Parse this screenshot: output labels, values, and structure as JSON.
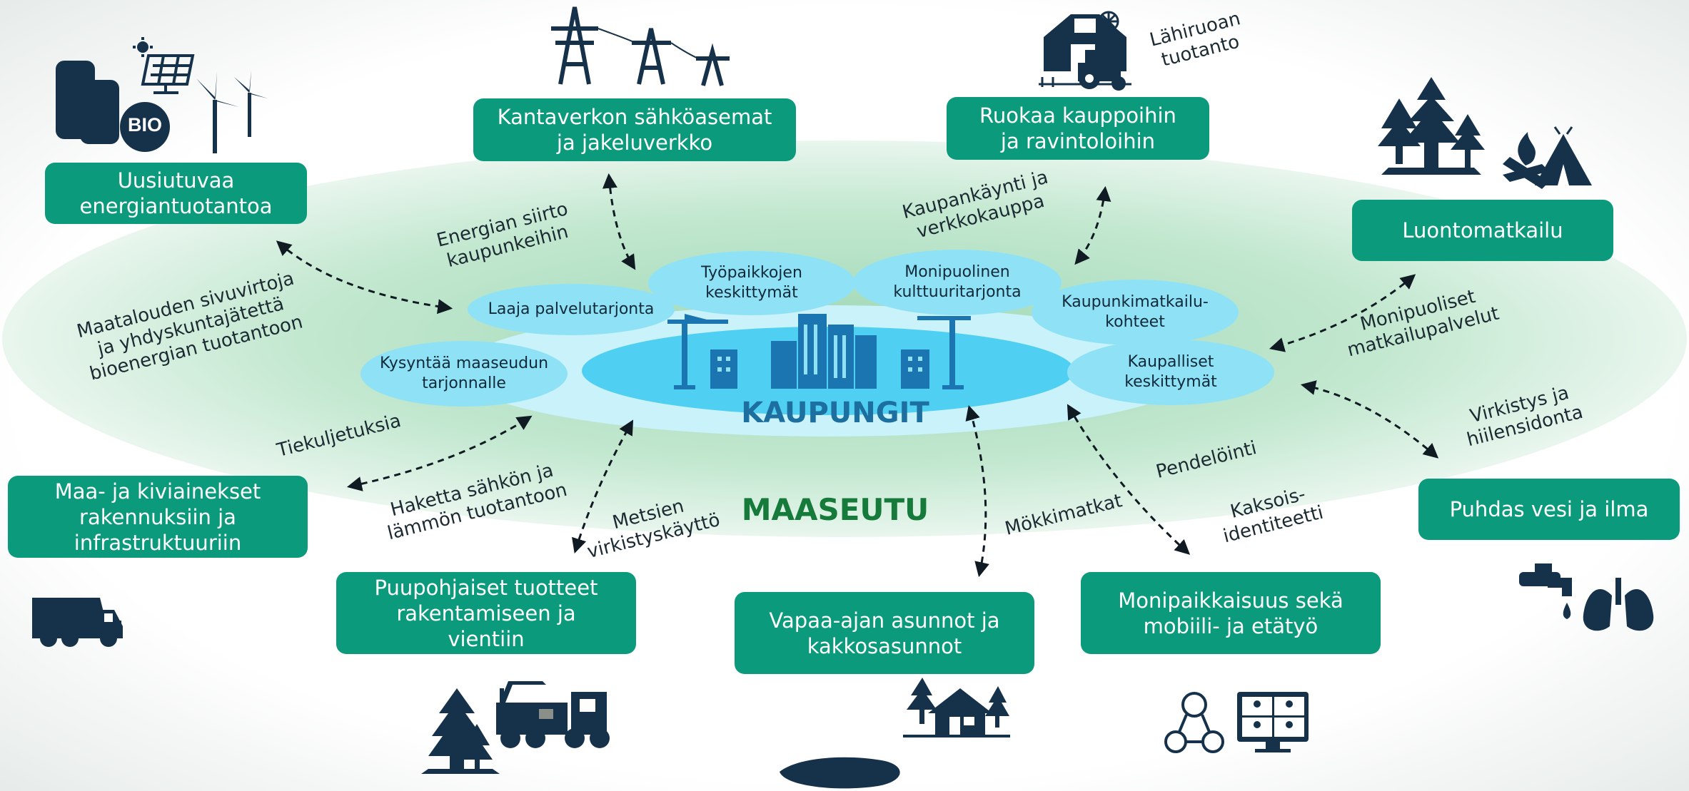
{
  "colors": {
    "box_fill": "#0c9a7c",
    "outer_ellipse": "#b7e2c7",
    "city_glow": "#c9f2fb",
    "city_core": "#4fd0f2",
    "service_ellipse": "#8fe2f5",
    "icon_navy": "#16324a",
    "kaupungit_text": "#1d6fa0",
    "maaseutu_text": "#167a3a"
  },
  "regions": {
    "kaupungit": "KAUPUNGIT",
    "maaseutu": "MAASEUTU"
  },
  "boxes": {
    "renewable_energy": "Uusiutuvaa\nenergiantuotantoa",
    "grid": "Kantaverkon sähköasemat\nja jakeluverkko",
    "food": "Ruokaa kauppoihin\nja ravintoloihin",
    "nature_tourism": "Luontomatkailu",
    "aggregates": "Maa- ja kiviainekset\nrakennuksiin ja\ninfrastruktuuriin",
    "wood_products": "Puupohjaiset tuotteet\nrakentamiseen ja\nvientiin",
    "holiday_homes": "Vapaa-ajan asunnot ja\nkakkosasunnot",
    "multilocal": "Monipaikkaisuus sekä\nmobiili- ja etätyö",
    "clean_water_air": "Puhdas vesi ja ilma"
  },
  "city_services": {
    "services": "Laaja palvelutarjonta",
    "jobs": "Työpaikkojen\nkeskittymät",
    "culture": "Monipuolinen\nkulttuuritarjonta",
    "city_tourism": "Kaupunkimatkailu-\nkohteet",
    "commercial": "Kaupalliset\nkeskittymät",
    "demand": "Kysyntää maaseudun\ntarjonnalle"
  },
  "labels": {
    "local_food": "Lähiruoan\ntuotanto",
    "energy_transfer": "Energian siirto\nkaupunkeihin",
    "trade": "Kaupankäynti ja\nverkkokauppa",
    "bioenergy": "Maatalouden sivuvirtoja\nja yhdyskuntajätettä\nbioenergian tuotantoon",
    "travel_services": "Monipuoliset\nmatkailupalvelut",
    "recreation_carbon": "Virkistys ja\nhiilensidonta",
    "road_transport": "Tiekuljetuksia",
    "wood_chips": "Haketta sähkön ja\nlämmön tuotantoon",
    "forest_recreation": "Metsien\nvirkistyskäyttö",
    "cottage_trips": "Mökkimatkat",
    "commuting": "Pendelöinti",
    "dual_identity": "Kaksois-\nidentiteetti",
    "bio_badge": "BIO"
  },
  "icons": {
    "energy": [
      "bio-tanks-icon",
      "solar-panel-icon",
      "wind-turbine-icon"
    ],
    "grid": [
      "power-pylon-icon"
    ],
    "farm": [
      "barn-icon",
      "tractor-icon",
      "windmill-icon"
    ],
    "nature": [
      "forest-icon",
      "campfire-icon",
      "tent-icon"
    ],
    "city": [
      "skyscraper-icon",
      "construction-crane-icon"
    ],
    "truck": [
      "dump-truck-icon"
    ],
    "forestry": [
      "spruce-tree-icon",
      "forest-machine-icon"
    ],
    "cottage": [
      "cottage-icon",
      "lake-icon"
    ],
    "remote_work": [
      "network-people-icon",
      "video-call-icon"
    ],
    "water_air": [
      "water-tap-icon",
      "lungs-icon"
    ]
  }
}
